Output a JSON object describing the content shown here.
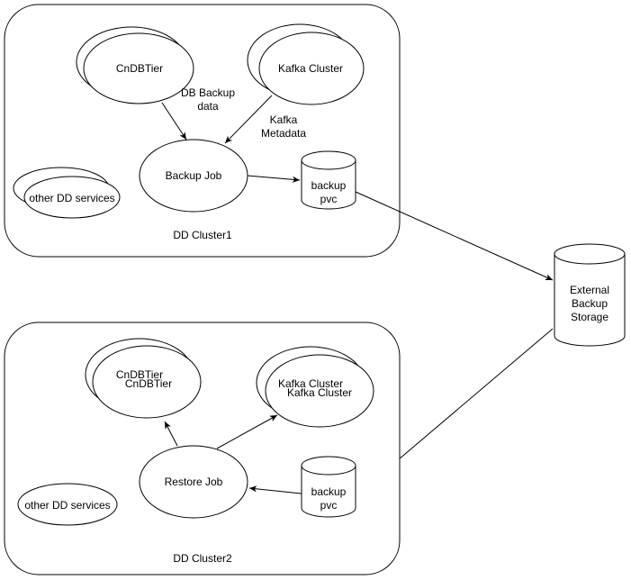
{
  "clusters": {
    "cluster1": "DD Cluster1",
    "cluster2": "DD Cluster2"
  },
  "cluster1": {
    "cndbtier": "CnDBTier",
    "kafka": "Kafka Cluster",
    "backup_job": "Backup Job",
    "other_services": "other DD services",
    "backup_pvc": [
      "backup",
      "pvc"
    ]
  },
  "cluster2": {
    "cndbtier_back": "CnDBTier",
    "cndbtier_front": "CnDBTier",
    "kafka_back": "Kafka Cluster",
    "kafka_front": "Kafka Cluster",
    "restore_job": "Restore Job",
    "other_services": "other DD services",
    "backup_pvc": [
      "backup",
      "pvc"
    ]
  },
  "edge_labels": {
    "db_backup": [
      "DB Backup",
      "data"
    ],
    "kafka_metadata": [
      "Kafka",
      "Metadata"
    ]
  },
  "external_storage": [
    "External",
    "Backup",
    "Storage"
  ]
}
